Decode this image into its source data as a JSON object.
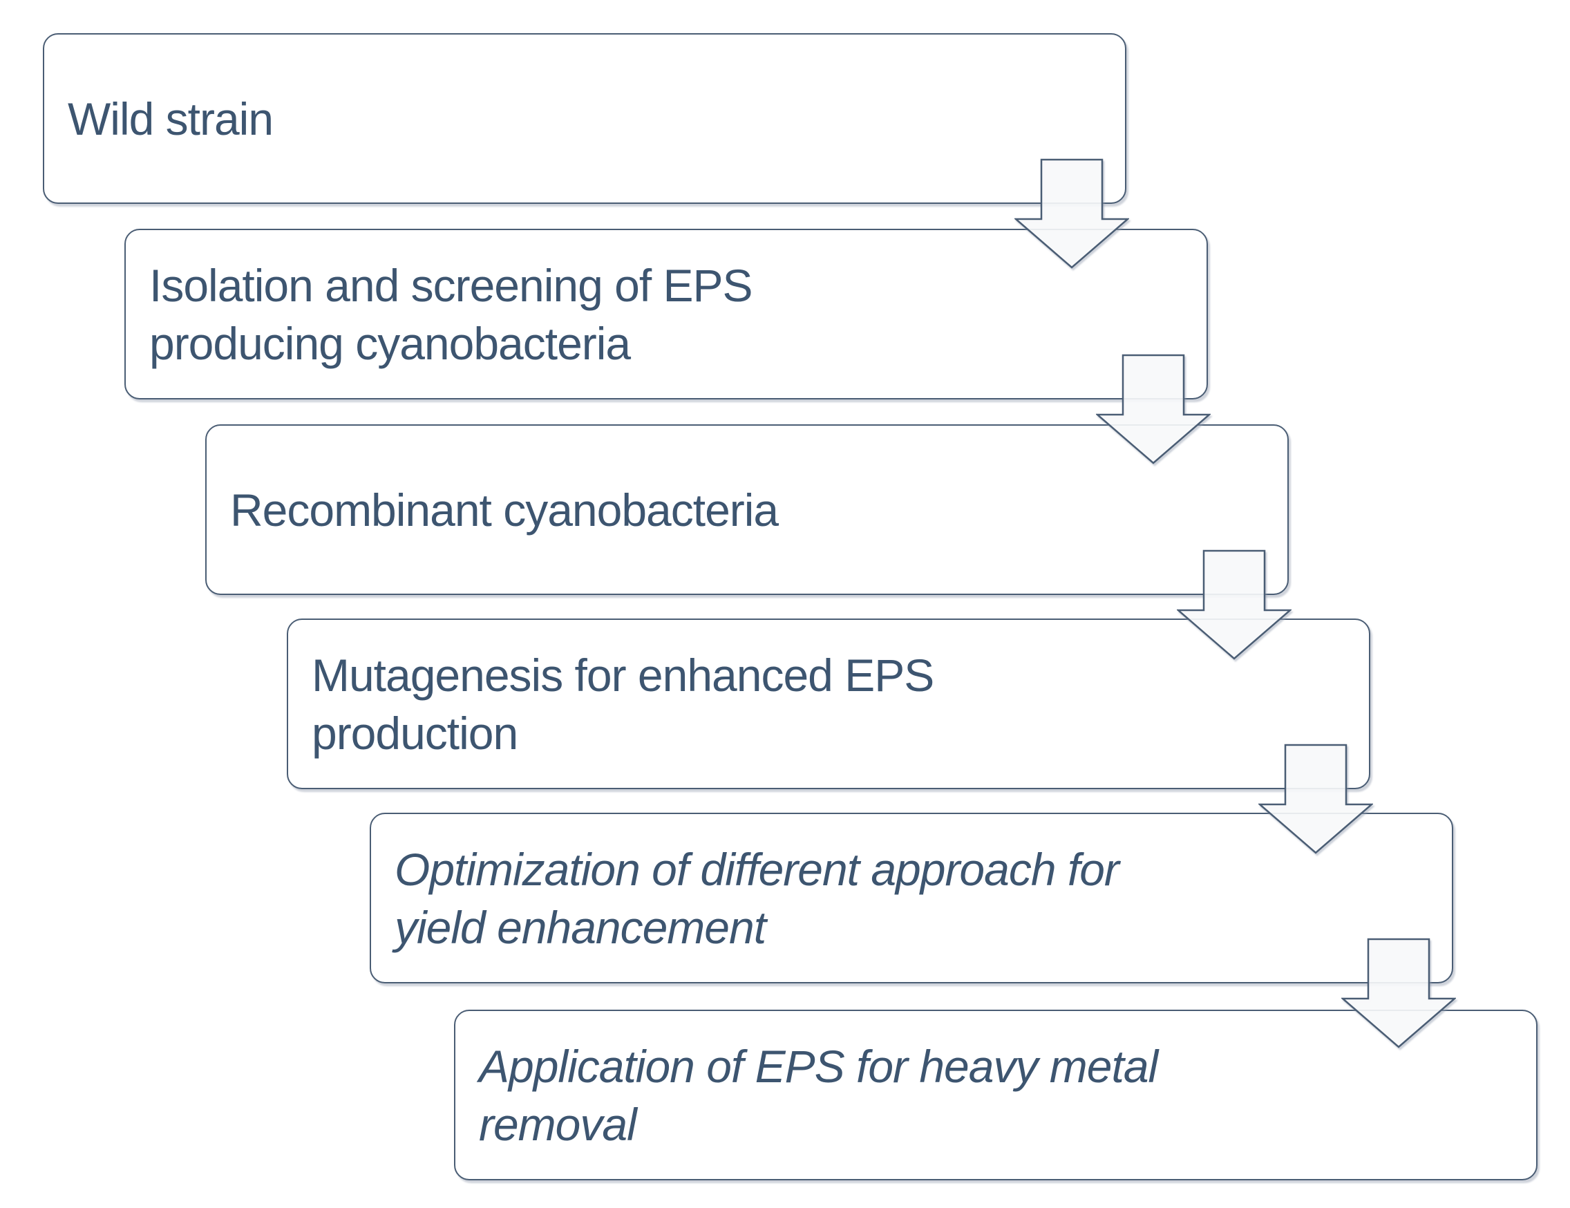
{
  "diagram": {
    "title": "EPS producing cyanobacteria process flow",
    "type": "step-down-process-flowchart",
    "connector_shape": "block-down-arrow",
    "colors": {
      "outline": "#4a5d74",
      "text": "#3d5570",
      "box_fill": "#ffffff",
      "background": "#ffffff"
    },
    "boxes": [
      {
        "label": "Wild strain",
        "italic": false
      },
      {
        "label": "Isolation and screening of EPS\nproducing cyanobacteria",
        "italic": false
      },
      {
        "label": "Recombinant cyanobacteria",
        "italic": false
      },
      {
        "label": "Mutagenesis for enhanced EPS\nproduction",
        "italic": false
      },
      {
        "label": "Optimization of different approach for\nyield enhancement",
        "italic": true
      },
      {
        "label": "Application of EPS for heavy metal\nremoval",
        "italic": true
      }
    ]
  }
}
